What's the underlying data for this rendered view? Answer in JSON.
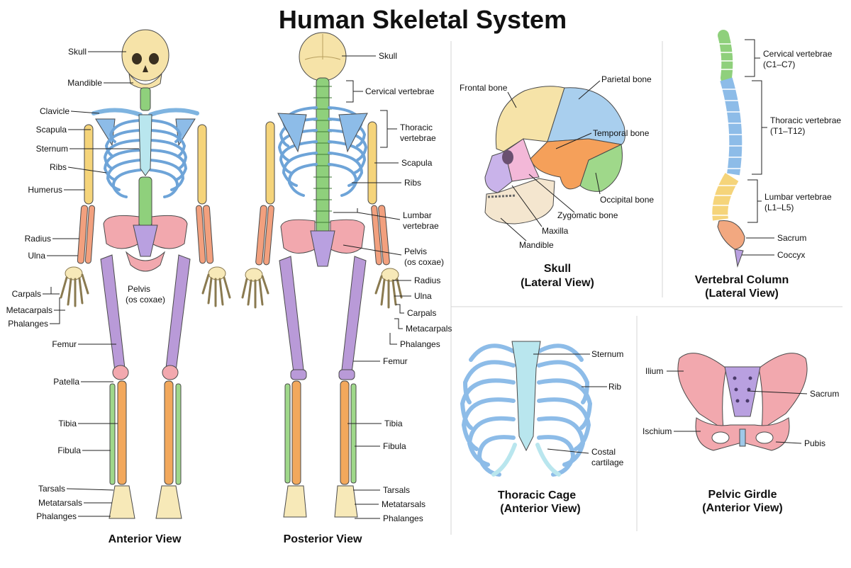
{
  "title": "Human Skeletal System",
  "colors": {
    "skull": "#f6e3a8",
    "spine": "#8fd07c",
    "ribs": "#8dbce8",
    "cartilage": "#b9e6ee",
    "humerus": "#f5d47a",
    "forearm": "#f2a07e",
    "pelvis": "#f2a8ae",
    "sacrum": "#b9a0e0",
    "femur": "#b99ad8",
    "tibia": "#f2a85c",
    "fibula": "#9fd88a",
    "hands": "#f7e9b8",
    "parietal": "#a9cfee",
    "temporal": "#f5a05a",
    "occipital": "#9fd88a",
    "zygomatic": "#f3b8d8",
    "maxilla": "#c9b3ea",
    "mandible": "#f4e6cf"
  },
  "anterior": {
    "caption": "Anterior View",
    "labels": {
      "skull": "Skull",
      "mandible": "Mandible",
      "clavicle": "Clavicle",
      "scapula": "Scapula",
      "sternum": "Sternum",
      "ribs": "Ribs",
      "humerus": "Humerus",
      "radius": "Radius",
      "ulna": "Ulna",
      "carpals": "Carpals",
      "metacarpals": "Metacarpals",
      "phalanges_hand": "Phalanges",
      "pelvis_1": "Pelvis",
      "pelvis_2": "(os coxae)",
      "femur": "Femur",
      "patella": "Patella",
      "tibia": "Tibia",
      "fibula": "Fibula",
      "tarsals": "Tarsals",
      "metatarsals": "Metatarsals",
      "phalanges_foot": "Phalanges"
    }
  },
  "posterior": {
    "caption": "Posterior View",
    "labels": {
      "skull": "Skull",
      "cervical": "Cervical vertebrae",
      "thoracic_1": "Thoracic",
      "thoracic_2": "vertebrae",
      "scapula": "Scapula",
      "ribs": "Ribs",
      "lumbar_1": "Lumbar",
      "lumbar_2": "vertebrae",
      "pelvis_1": "Pelvis",
      "pelvis_2": "(os coxae)",
      "radius": "Radius",
      "ulna": "Ulna",
      "carpals": "Carpals",
      "metacarpals": "Metacarpals",
      "phalanges_hand": "Phalanges",
      "femur": "Femur",
      "tibia": "Tibia",
      "fibula": "Fibula",
      "tarsals": "Tarsals",
      "metatarsals": "Metatarsals",
      "phalanges_foot": "Phalanges"
    }
  },
  "skull_lateral": {
    "caption_1": "Skull",
    "caption_2": "(Lateral View)",
    "labels": {
      "frontal": "Frontal bone",
      "parietal": "Parietal bone",
      "temporal": "Temporal bone",
      "occipital": "Occipital bone",
      "zygomatic": "Zygomatic bone",
      "maxilla": "Maxilla",
      "mandible": "Mandible"
    }
  },
  "vertebral": {
    "caption_1": "Vertebral Column",
    "caption_2": "(Lateral View)",
    "labels": {
      "cervical_1": "Cervical vertebrae",
      "cervical_2": "(C1–C7)",
      "thoracic_1": "Thoracic vertebrae",
      "thoracic_2": "(T1–T12)",
      "lumbar_1": "Lumbar vertebrae",
      "lumbar_2": "(L1–L5)",
      "sacrum": "Sacrum",
      "coccyx": "Coccyx"
    }
  },
  "thoracic_cage": {
    "caption_1": "Thoracic Cage",
    "caption_2": "(Anterior View)",
    "labels": {
      "sternum": "Sternum",
      "rib": "Rib",
      "costal_1": "Costal",
      "costal_2": "cartilage"
    }
  },
  "pelvic_girdle": {
    "caption_1": "Pelvic Girdle",
    "caption_2": "(Anterior View)",
    "labels": {
      "ilium": "Ilium",
      "sacrum": "Sacrum",
      "ischium": "Ischium",
      "pubis": "Pubis"
    }
  }
}
